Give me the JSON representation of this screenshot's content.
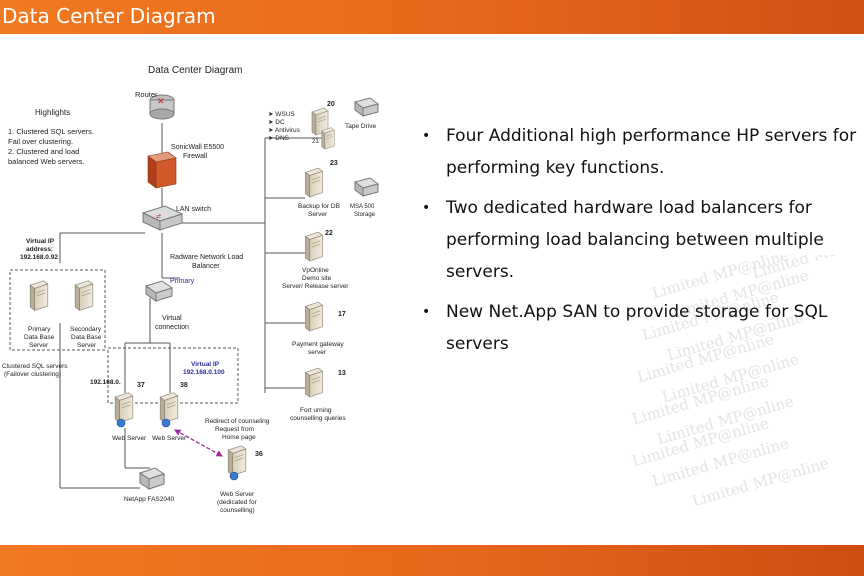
{
  "header": {
    "title": "Data Center Diagram"
  },
  "diagram": {
    "title": "Data Center Diagram",
    "highlights": {
      "heading": "Highlights",
      "lines": [
        "1. Clustered SQL servers.",
        "Fail over clustering.",
        "2. Clustered and load",
        "balanced Web servers."
      ]
    },
    "router": "Router",
    "firewall": [
      "SonicWall E5500",
      "Firewall"
    ],
    "lan_switch": "LAN switch",
    "services": [
      "WSUS",
      "DC",
      "Antivirus",
      "DNS"
    ],
    "tape_drive": "Tape Drive",
    "backup_server": [
      "Backup for DB",
      "Server"
    ],
    "msa": [
      "MSA 500",
      "Storage"
    ],
    "vponline": [
      "VpOnline",
      "Demo site",
      "Server/ Release server"
    ],
    "payment": [
      "Payment gateway",
      "server"
    ],
    "forum": [
      "Fort urning",
      "counselling queries"
    ],
    "load_balancer": [
      "Radware Network Load",
      "Balancer"
    ],
    "primary": "Primary",
    "virtual_connection": [
      "Virtual",
      "connection"
    ],
    "virtual_ip_left": [
      "Virtual IP",
      "address:",
      "192.168.0.92"
    ],
    "virtual_ip_mid": [
      "Virtual IP",
      "192.168.0.100"
    ],
    "primary_db": [
      "Primary",
      "Data Base",
      "Server"
    ],
    "secondary_db": [
      "Secondary",
      "Data Base",
      "Server"
    ],
    "clustered": [
      "Clustered SQL servers",
      "(Failover clustering)"
    ],
    "ip_left": "192.168.0.",
    "web_server_1": "Web Server",
    "web_server_2": "Web Server",
    "redirect": [
      "Redirect of counseling",
      "Request from",
      "Home page"
    ],
    "web_server_3": [
      "Web Server",
      "(dedicated for",
      "counselling)"
    ],
    "netapp": "NetApp FAS2040",
    "numbers": [
      "20",
      "21",
      "23",
      "22",
      "17",
      "13",
      "37",
      "38",
      "36"
    ]
  },
  "bullets": [
    "Four Additional high performance HP servers for performing key functions.",
    "Two dedicated hardware load balancers for performing load balancing between multiple servers.",
    "New Net.App SAN to provide storage for SQL servers"
  ],
  "bullet_symbol": "•",
  "watermark_lines": [
    "Limited MP@nline",
    "Limited MP@nline",
    "Limited MP@nline",
    "Limited MP@nline",
    "Limited MP@nline",
    "Limited MP@nline",
    "Limited MP@nline",
    "Limited MP@nline",
    "Limited MP@nline",
    "Limited MP@nline",
    "Limited MP@nline",
    "Limited MP@nline"
  ],
  "colors": {
    "header": "#e8661a",
    "blue_label": "#2a2aa0",
    "lines": "#555555",
    "arrow": "#9a2a9a"
  }
}
